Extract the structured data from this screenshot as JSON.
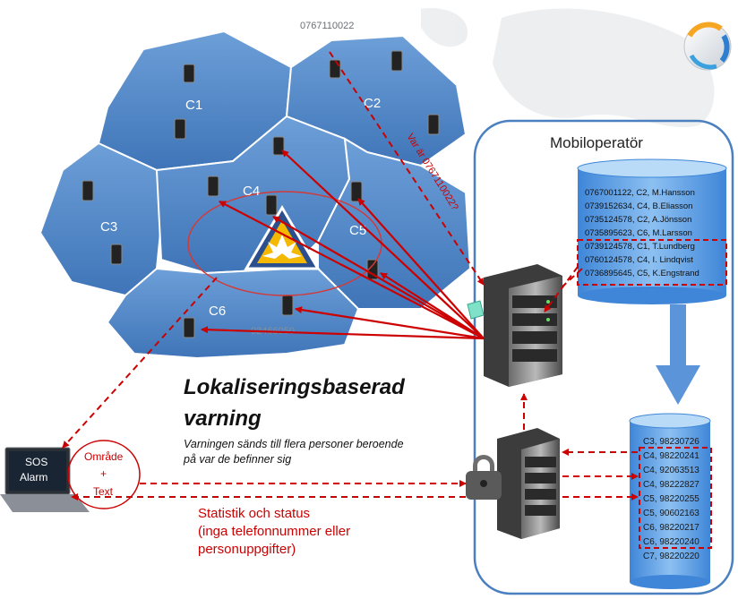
{
  "top_number": "0767110022",
  "faint_number": "92466050",
  "cells": [
    "C1",
    "C2",
    "C3",
    "C4",
    "C5",
    "C6"
  ],
  "operator": {
    "title": "Mobiloperatör",
    "records": [
      "0767001122,  C2, M.Hansson",
      "0739152634,  C4, B.Eliasson",
      "0735124578,  C2, A.Jönsson",
      "0735895623,  C6, M.Larsson",
      "0739124578,  C1, T.Lundberg",
      "0760124578,  C4, I. Lindqvist",
      "0736895645,  C5, K.Engstrand"
    ],
    "cell_records": [
      "C3, 98230726",
      "C4, 98220241",
      "C4, 92063513",
      "C4, 98222827",
      "C5, 98220255",
      "C5, 90602163",
      "C6, 98220217",
      "C6, 98220240",
      "C7, 98220220"
    ]
  },
  "query_text": "Var är 0767110022?",
  "heading": {
    "line1": "Lokaliseringsbaserad",
    "line2": "varning",
    "subtitle1": "Varningen sänds till flera personer beroende",
    "subtitle2": "på var de befinner sig"
  },
  "sos": {
    "line1": "SOS",
    "line2": "Alarm"
  },
  "area_bubble": {
    "line1": "Område",
    "line2": "+",
    "line3": "Text"
  },
  "stats": {
    "line1": "Statistik och status",
    "line2": "(inga telefonnummer eller",
    "line3": "personuppgifter)"
  },
  "colors": {
    "cell_blue": "#4f86c6",
    "arrow_red": "#cc0000",
    "operator_border": "#4a7fc0",
    "accent": "#f5b800"
  }
}
